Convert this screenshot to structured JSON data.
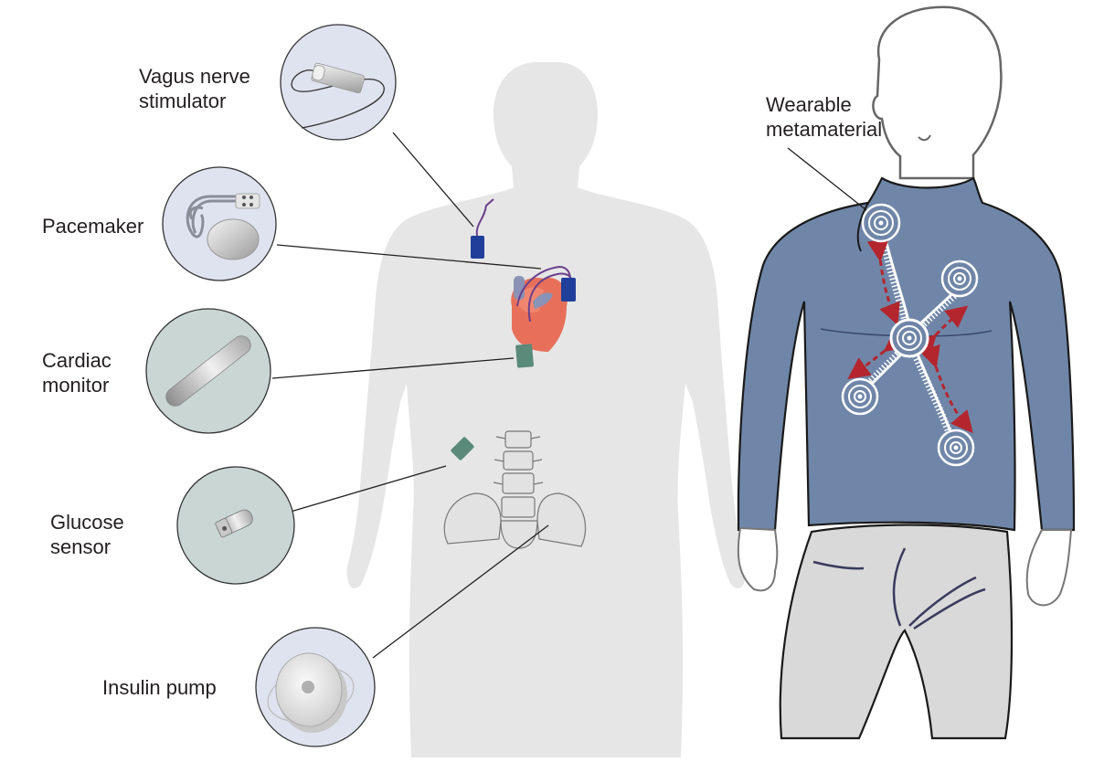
{
  "figure": {
    "left_panel": {
      "title": "Implanted medical devices",
      "devices": [
        {
          "id": "vagus",
          "label": "Vagus nerve\nstimulator",
          "icon": "vagus-nerve-stimulator-icon",
          "body_marker_color": "#1f3f9a"
        },
        {
          "id": "pacemaker",
          "label": "Pacemaker",
          "icon": "pacemaker-icon",
          "body_marker_color": "#1f3f9a"
        },
        {
          "id": "cardiac",
          "label": "Cardiac\nmonitor",
          "icon": "cardiac-monitor-icon",
          "body_marker_color": "#5a8a7a"
        },
        {
          "id": "glucose",
          "label": "Glucose\nsensor",
          "icon": "glucose-sensor-icon",
          "body_marker_color": "#5a8a7a"
        },
        {
          "id": "insulin",
          "label": "Insulin pump",
          "icon": "insulin-pump-icon",
          "body_marker_color": "#1f3f9a"
        }
      ]
    },
    "right_panel": {
      "label": "Wearable\nmetamaterial",
      "nodes": 5,
      "colors": {
        "shirt": "#6f86a8",
        "pants": "#d9d9d9",
        "arrow": "#b3262e",
        "rings": "#ffffff"
      }
    },
    "colors": {
      "body_silhouette": "#e6e6e6",
      "circle_blue": "#dfe3f0",
      "circle_green": "#c9d6d3",
      "heart": "#e8705a",
      "leader_line": "#231f20"
    }
  }
}
